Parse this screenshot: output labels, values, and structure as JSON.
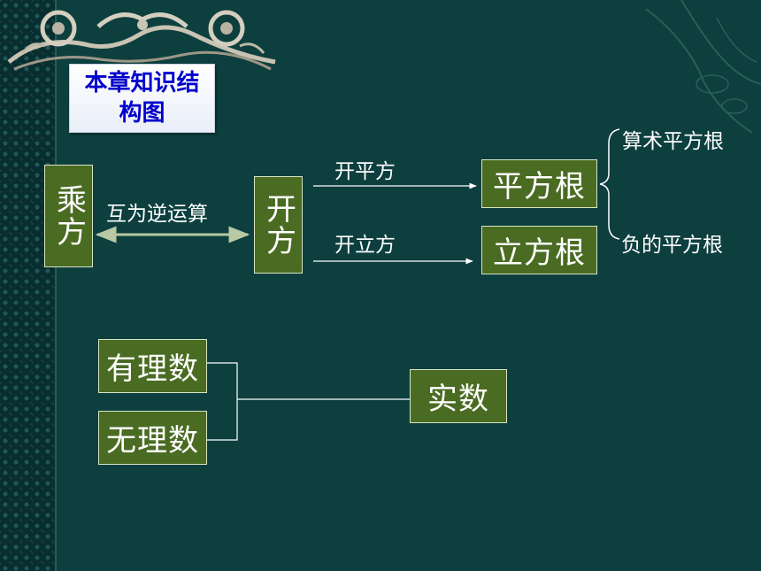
{
  "title": "本章知识结构图",
  "nodes": {
    "square_op": "乘方",
    "root_op": "开方",
    "square_root": "平方根",
    "cube_root": "立方根",
    "rational": "有理数",
    "irrational": "无理数",
    "real": "实数"
  },
  "labels": {
    "inverse_ops": "互为逆运算",
    "take_square_root": "开平方",
    "take_cube_root": "开立方",
    "arithmetic_square_root": "算术平方根",
    "negative_square_root": "负的平方根"
  }
}
